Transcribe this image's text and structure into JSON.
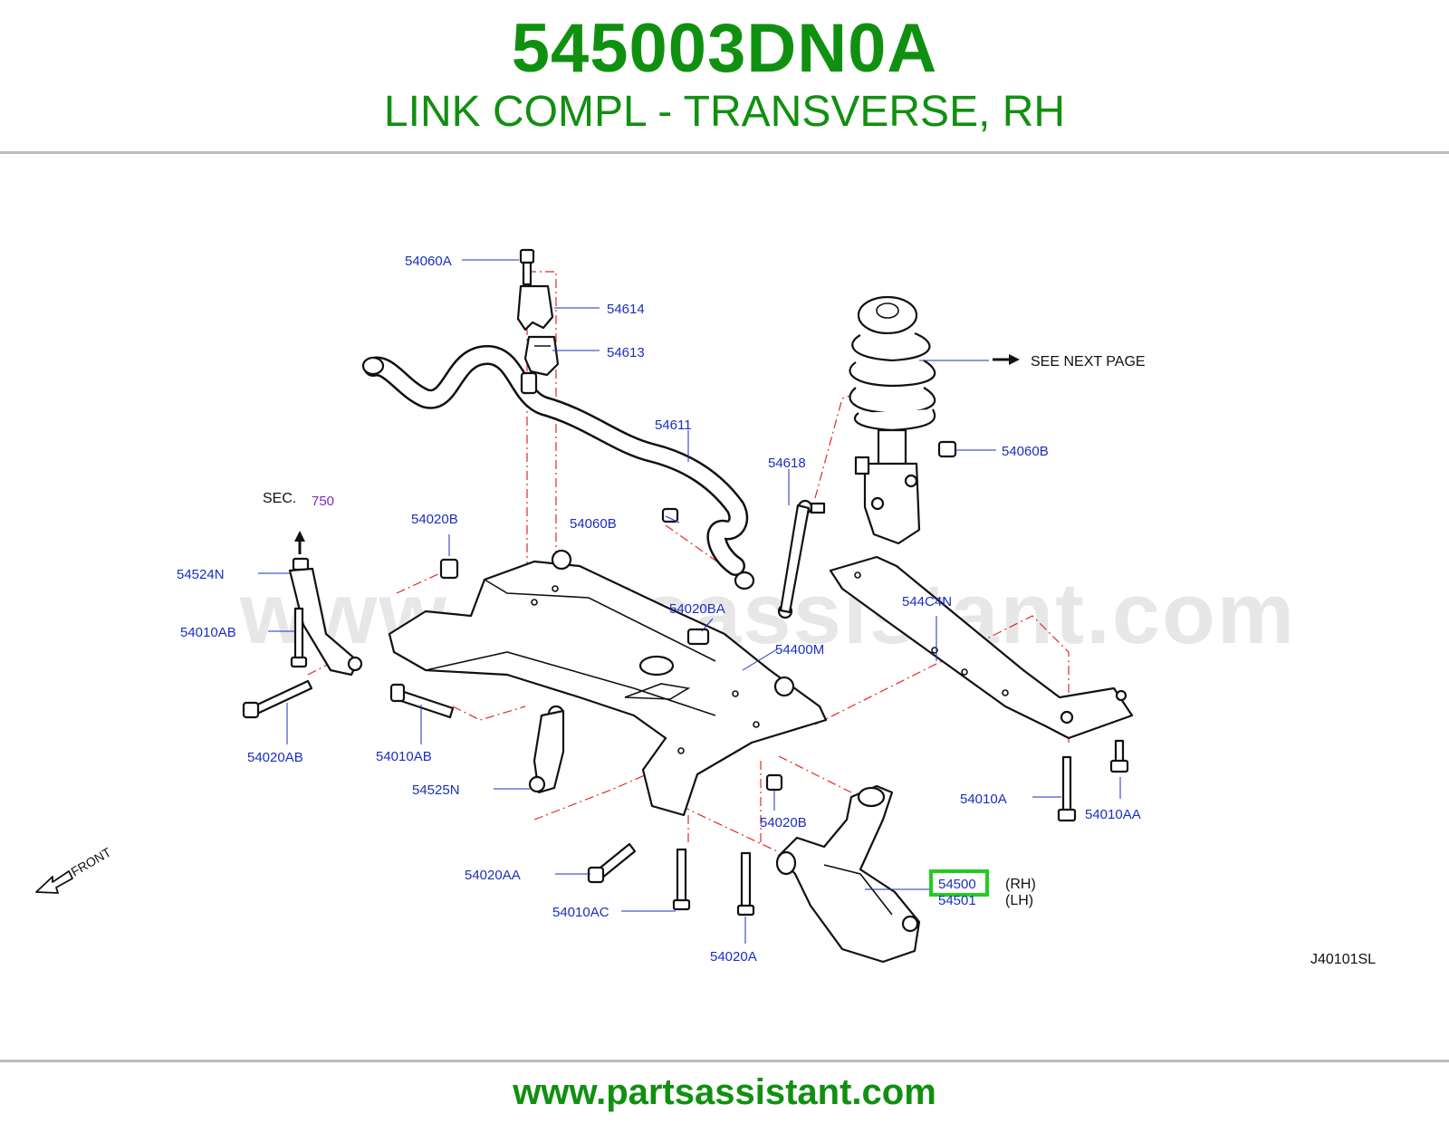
{
  "header": {
    "part_number": "545003DN0A",
    "description": "LINK COMPL - TRANSVERSE, RH"
  },
  "diagram": {
    "watermark": "www.partsassistant.com",
    "highlight_color": "#22cc22",
    "label_color": "#1a2fbf",
    "callouts": {
      "c54060A": "54060A",
      "c54614": "54614",
      "c54613": "54613",
      "c54611": "54611",
      "c54618": "54618",
      "c54060B_strut": "54060B",
      "c54060B": "54060B",
      "c54020B_top": "54020B",
      "c54524N": "54524N",
      "c54010AB_left": "54010AB",
      "c54020AB": "54020AB",
      "c54010AB": "54010AB",
      "c54525N": "54525N",
      "c54020BA": "54020BA",
      "c54400M": "54400M",
      "c544C4N": "544C4N",
      "c54010A": "54010A",
      "c54010AA": "54010AA",
      "c54020B": "54020B",
      "c54020AA": "54020AA",
      "c54010AC": "54010AC",
      "c54020A": "54020A",
      "c54500": "54500",
      "c54501": "54501",
      "rh": "(RH)",
      "lh": "(LH)"
    },
    "see_next_page": "SEE   NEXT   PAGE",
    "sec_label": "SEC.",
    "sec_number": "750",
    "front_label": "FRONT",
    "drawing_code": "J40101SL"
  },
  "footer": {
    "url": "www.partsassistant.com"
  }
}
